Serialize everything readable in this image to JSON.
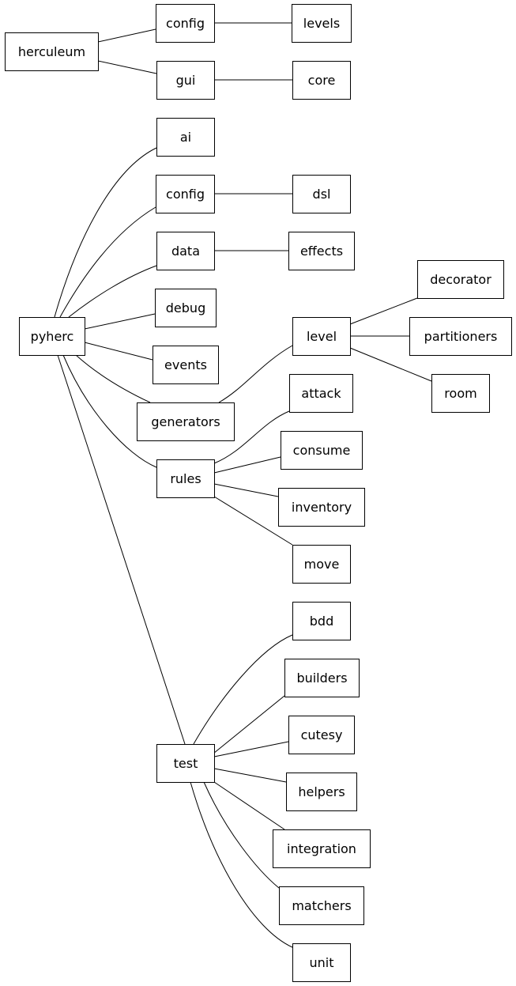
{
  "diagram": {
    "nodes": [
      {
        "id": "herculeum",
        "label": "herculeum"
      },
      {
        "id": "herculeum_config",
        "label": "config"
      },
      {
        "id": "herculeum_gui",
        "label": "gui"
      },
      {
        "id": "levels",
        "label": "levels"
      },
      {
        "id": "core",
        "label": "core"
      },
      {
        "id": "pyherc",
        "label": "pyherc"
      },
      {
        "id": "ai",
        "label": "ai"
      },
      {
        "id": "pyherc_config",
        "label": "config"
      },
      {
        "id": "dsl",
        "label": "dsl"
      },
      {
        "id": "data",
        "label": "data"
      },
      {
        "id": "effects",
        "label": "effects"
      },
      {
        "id": "debug",
        "label": "debug"
      },
      {
        "id": "events",
        "label": "events"
      },
      {
        "id": "generators",
        "label": "generators"
      },
      {
        "id": "level",
        "label": "level"
      },
      {
        "id": "decorator",
        "label": "decorator"
      },
      {
        "id": "partitioners",
        "label": "partitioners"
      },
      {
        "id": "room",
        "label": "room"
      },
      {
        "id": "rules",
        "label": "rules"
      },
      {
        "id": "attack",
        "label": "attack"
      },
      {
        "id": "consume",
        "label": "consume"
      },
      {
        "id": "inventory",
        "label": "inventory"
      },
      {
        "id": "move",
        "label": "move"
      },
      {
        "id": "test",
        "label": "test"
      },
      {
        "id": "bdd",
        "label": "bdd"
      },
      {
        "id": "builders",
        "label": "builders"
      },
      {
        "id": "cutesy",
        "label": "cutesy"
      },
      {
        "id": "helpers",
        "label": "helpers"
      },
      {
        "id": "integration",
        "label": "integration"
      },
      {
        "id": "matchers",
        "label": "matchers"
      },
      {
        "id": "unit",
        "label": "unit"
      }
    ],
    "edges": [
      {
        "from": "herculeum",
        "to": "herculeum_config"
      },
      {
        "from": "herculeum",
        "to": "herculeum_gui"
      },
      {
        "from": "herculeum_config",
        "to": "levels"
      },
      {
        "from": "herculeum_gui",
        "to": "core"
      },
      {
        "from": "pyherc",
        "to": "ai"
      },
      {
        "from": "pyherc",
        "to": "pyherc_config"
      },
      {
        "from": "pyherc",
        "to": "data"
      },
      {
        "from": "pyherc",
        "to": "debug"
      },
      {
        "from": "pyherc",
        "to": "events"
      },
      {
        "from": "pyherc",
        "to": "generators"
      },
      {
        "from": "pyherc",
        "to": "rules"
      },
      {
        "from": "pyherc",
        "to": "test"
      },
      {
        "from": "pyherc_config",
        "to": "dsl"
      },
      {
        "from": "data",
        "to": "effects"
      },
      {
        "from": "generators",
        "to": "level"
      },
      {
        "from": "level",
        "to": "decorator"
      },
      {
        "from": "level",
        "to": "partitioners"
      },
      {
        "from": "level",
        "to": "room"
      },
      {
        "from": "rules",
        "to": "attack"
      },
      {
        "from": "rules",
        "to": "consume"
      },
      {
        "from": "rules",
        "to": "inventory"
      },
      {
        "from": "rules",
        "to": "move"
      },
      {
        "from": "test",
        "to": "bdd"
      },
      {
        "from": "test",
        "to": "builders"
      },
      {
        "from": "test",
        "to": "cutesy"
      },
      {
        "from": "test",
        "to": "helpers"
      },
      {
        "from": "test",
        "to": "integration"
      },
      {
        "from": "test",
        "to": "matchers"
      },
      {
        "from": "test",
        "to": "unit"
      }
    ]
  }
}
